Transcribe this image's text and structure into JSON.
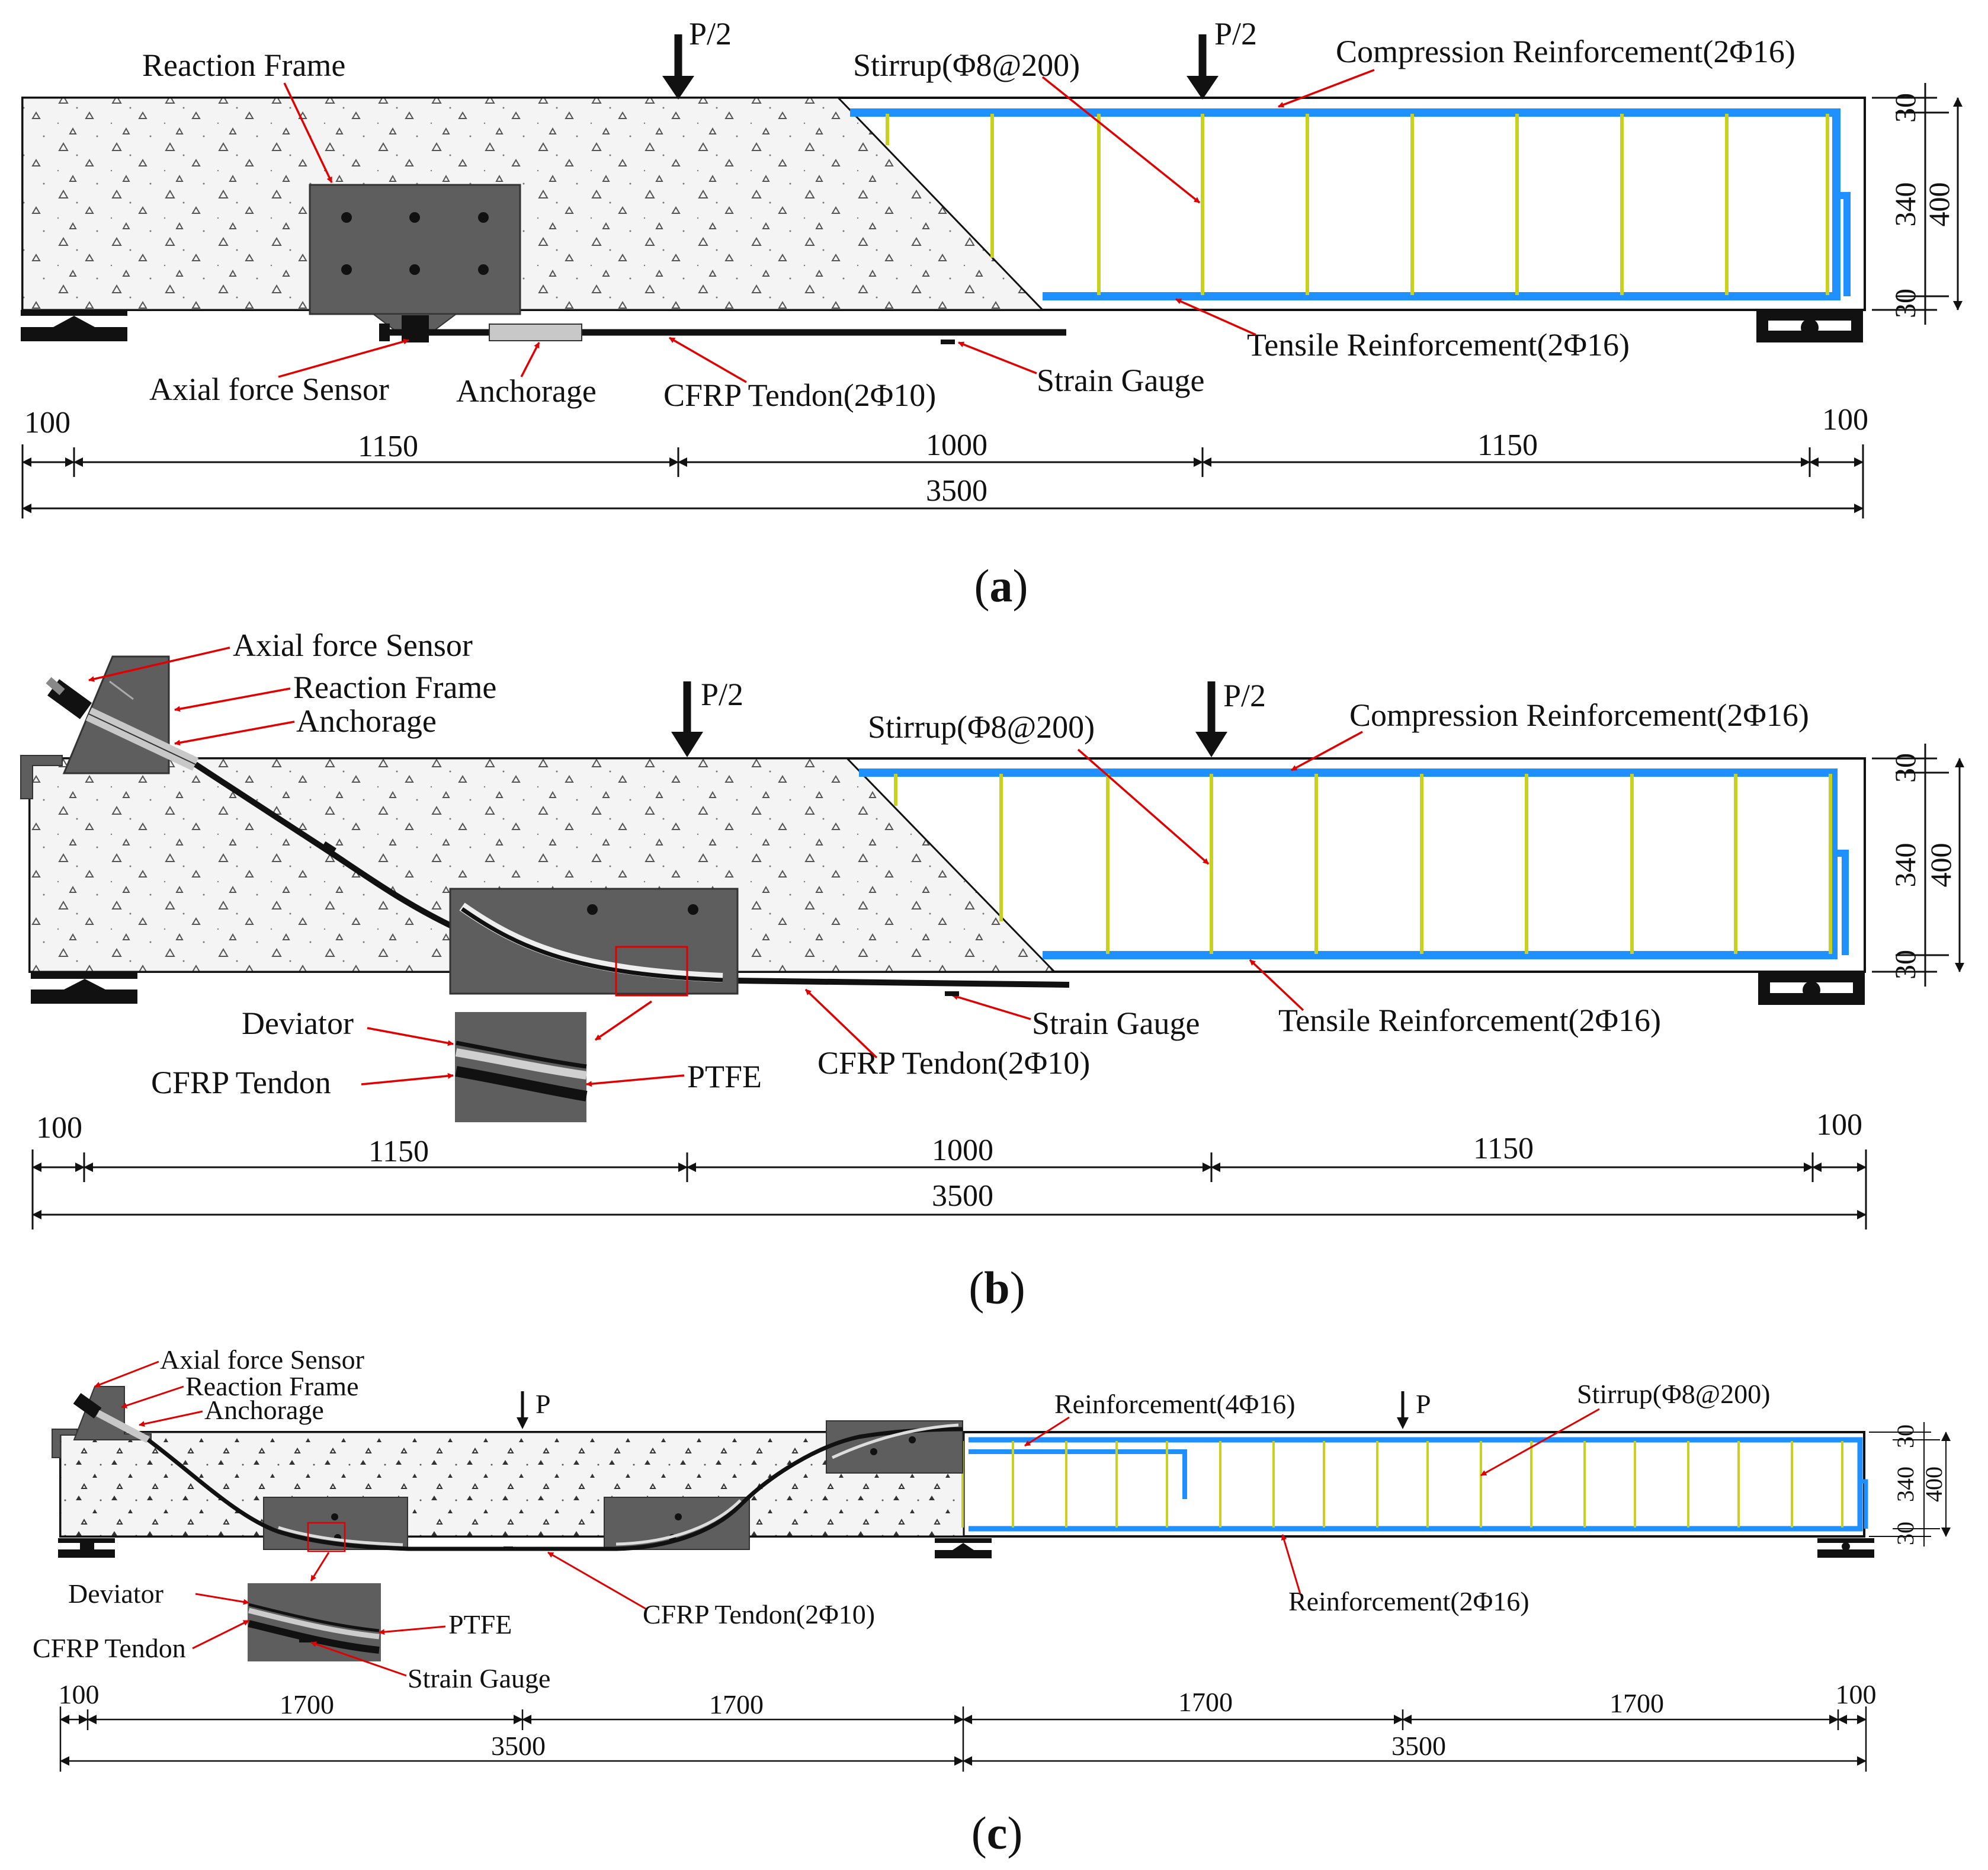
{
  "panels": [
    {
      "id": "a",
      "caption": "a",
      "loads": [
        "P/2",
        "P/2"
      ],
      "labels": {
        "reaction_frame": "Reaction Frame",
        "stirrup": "Stirrup(Φ8@200)",
        "compression": "Compression Reinforcement(2Φ16)",
        "tensile": "Tensile Reinforcement(2Φ16)",
        "axial_sensor": "Axial force Sensor",
        "anchorage": "Anchorage",
        "cfrp": "CFRP Tendon(2Φ10)",
        "strain_gauge": "Strain Gauge"
      },
      "dims": [
        "100",
        "1150",
        "1000",
        "1150",
        "100",
        "3500"
      ],
      "vdims": [
        "30",
        "340",
        "400",
        "30"
      ]
    },
    {
      "id": "b",
      "caption": "b",
      "loads": [
        "P/2",
        "P/2"
      ],
      "labels": {
        "axial_sensor": "Axial force Sensor",
        "reaction_frame": "Reaction Frame",
        "anchorage": "Anchorage",
        "stirrup": "Stirrup(Φ8@200)",
        "compression": "Compression Reinforcement(2Φ16)",
        "deviator": "Deviator",
        "cfrp_detail": "CFRP Tendon",
        "ptfe": "PTFE",
        "cfrp": "CFRP Tendon(2Φ10)",
        "strain_gauge": "Strain Gauge",
        "tensile": "Tensile Reinforcement(2Φ16)"
      },
      "dims": [
        "100",
        "1150",
        "1000",
        "1150",
        "100",
        "3500"
      ],
      "vdims": [
        "30",
        "340",
        "400",
        "30"
      ]
    },
    {
      "id": "c",
      "caption": "c",
      "loads": [
        "P",
        "P"
      ],
      "labels": {
        "axial_sensor": "Axial force Sensor",
        "reaction_frame": "Reaction Frame",
        "anchorage": "Anchorage",
        "reinf_top": "Reinforcement(4Φ16)",
        "stirrup": "Stirrup(Φ8@200)",
        "deviator": "Deviator",
        "cfrp_detail": "CFRP Tendon",
        "ptfe": "PTFE",
        "strain_gauge": "Strain Gauge",
        "cfrp": "CFRP Tendon(2Φ10)",
        "reinf_bottom": "Reinforcement(2Φ16)"
      },
      "dims": [
        "100",
        "1700",
        "1700",
        "1700",
        "1700",
        "100",
        "3500",
        "3500"
      ],
      "vdims": [
        "30",
        "340",
        "400",
        "30"
      ]
    }
  ],
  "colors": {
    "rebar": "#1e90ff",
    "stirrup": "#c8d21e",
    "plate": "#5e5e5e",
    "arrow": "#e00000",
    "concrete": "#f4f4f4"
  }
}
